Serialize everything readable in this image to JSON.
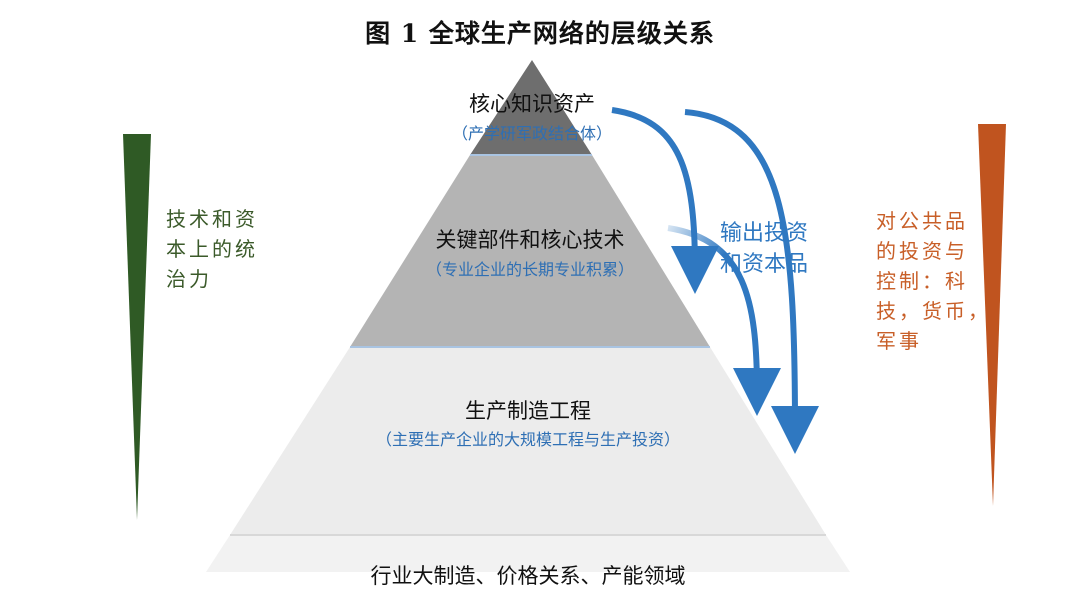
{
  "title": "图 1 全球生产网络的层级关系",
  "pyramid": {
    "levels": [
      {
        "main": "核心知识资产",
        "sub": "（产学研军政结合体）"
      },
      {
        "main": "关键部件和核心技术",
        "sub": "（专业企业的长期专业积累）"
      },
      {
        "main": "生产制造工程",
        "sub": "（主要生产企业的大规模工程与生产投资）"
      },
      {
        "main": "行业大制造、价格关系、产能领域"
      }
    ]
  },
  "left_bar": {
    "lines": [
      "技术和资",
      "本上的统",
      "治力"
    ],
    "color": "#2f5a25"
  },
  "right_bar": {
    "lines": [
      "对公共品",
      "的投资与",
      "控制：科",
      "技，货币，",
      "军事"
    ],
    "color": "#c0541f"
  },
  "flow": {
    "lines": [
      "输出投资",
      "和资本品"
    ],
    "color": "#2f78c1"
  },
  "colors": {
    "tier1": "#6e6e6e",
    "tier2": "#b4b4b4",
    "tier3": "#ececec",
    "tier4": "#f2f2f2",
    "sub_text": "#2e6fb4"
  }
}
